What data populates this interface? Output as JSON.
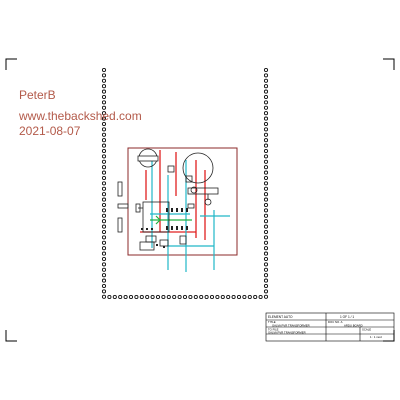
{
  "author": {
    "name": "PeterB",
    "website": "www.thebackshed.com",
    "date": "2021-08-07"
  },
  "colors": {
    "author_text": "#b35a4a",
    "board_outline": "#8b2a2a",
    "track_red": "#e02020",
    "track_cyan": "#20b8c8",
    "track_green": "#20b040",
    "component_ink": "#222222"
  },
  "title_block": {
    "company_label": "ELEMENT AUTO",
    "sheet_label": "1 OF 1 / 1",
    "title_label": "TITLE",
    "title_value": "GALVA PVR TRANSFORMER",
    "size_label": "DOC NO. A",
    "rev_value": "ARDU BOARD",
    "file_label": "TO FILE",
    "file_value": "GALVA PVR TRANSFORMER",
    "scale_label": "SCALE",
    "scale_value": "1 : 1 mod"
  }
}
